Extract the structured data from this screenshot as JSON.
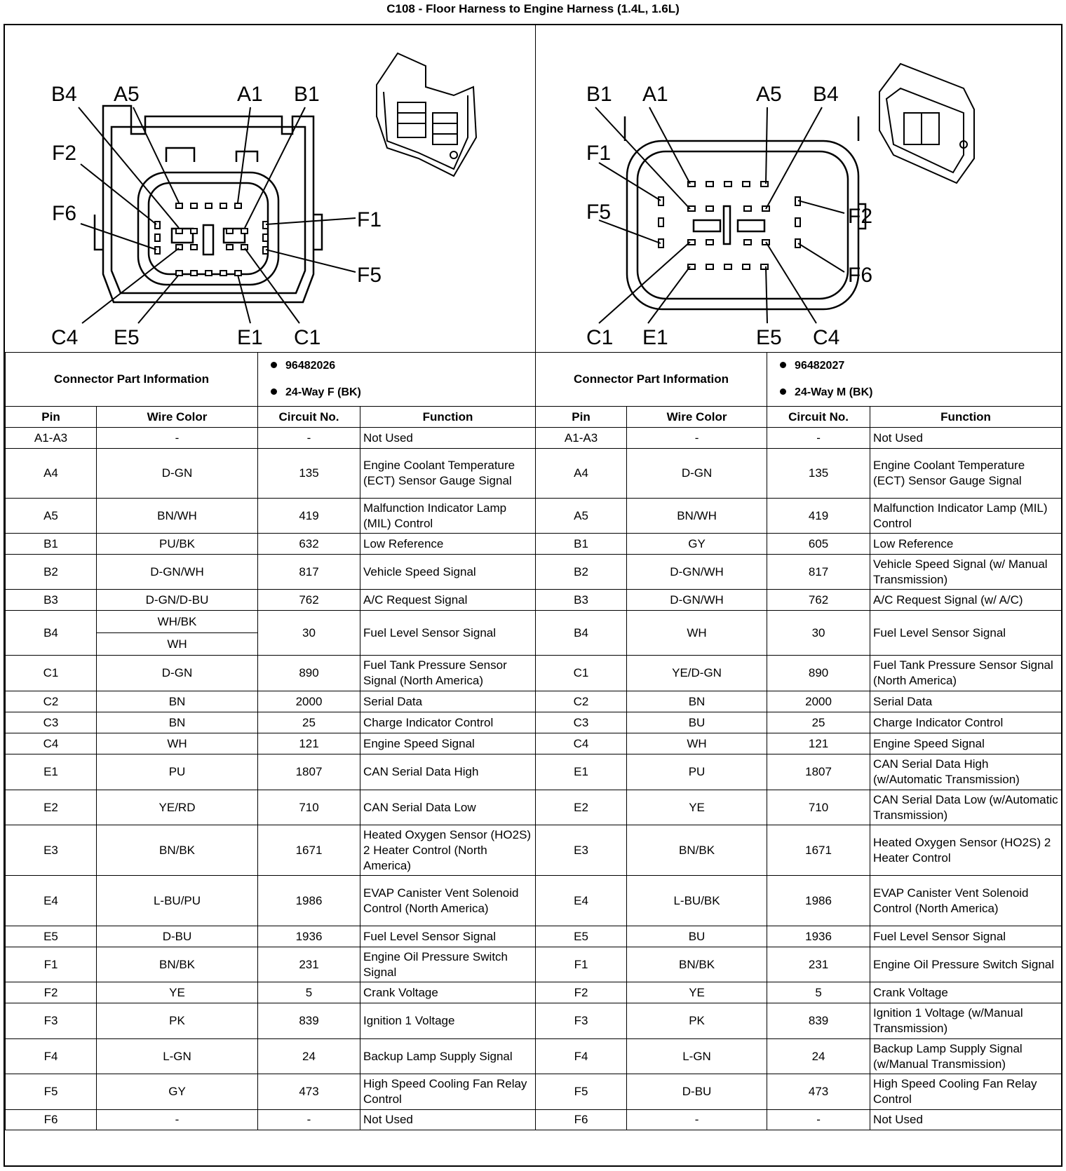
{
  "title": "C108 - Floor Harness to Engine Harness (1.4L, 1.6L)",
  "female_diagram_labels": [
    "B4",
    "A5",
    "A1",
    "B1",
    "F2",
    "F6",
    "F1",
    "F5",
    "C4",
    "E5",
    "E1",
    "C1"
  ],
  "male_diagram_labels": [
    "B1",
    "A1",
    "A5",
    "B4",
    "F1",
    "F5",
    "F2",
    "F6",
    "C1",
    "E1",
    "E5",
    "C4"
  ],
  "left": {
    "connector_part_information_label": "Connector Part Information",
    "part_number": "96482026",
    "description": "24-Way F (BK)"
  },
  "right": {
    "connector_part_information_label": "Connector Part Information",
    "part_number": "96482027",
    "description": "24-Way M (BK)"
  },
  "headers": {
    "pin": "Pin",
    "wire_color": "Wire Color",
    "circuit_no": "Circuit No.",
    "function": "Function"
  },
  "rows": [
    {
      "h": 30,
      "lpin": "A1-A3",
      "lwc": "-",
      "lcir": "-",
      "lfn": "Not Used",
      "rpin": "A1-A3",
      "rwc": "-",
      "rcir": "-",
      "rfn": "Not Used"
    },
    {
      "h": 71,
      "lpin": "A4",
      "lwc": "D-GN",
      "lcir": "135",
      "lfn": "Engine Coolant Temperature (ECT) Sensor Gauge Signal",
      "rpin": "A4",
      "rwc": "D-GN",
      "rcir": "135",
      "rfn": "Engine Coolant Temperature (ECT) Sensor Gauge Signal"
    },
    {
      "h": 50,
      "lpin": "A5",
      "lwc": "BN/WH",
      "lcir": "419",
      "lfn": "Malfunction Indicator Lamp (MIL) Control",
      "rpin": "A5",
      "rwc": "BN/WH",
      "rcir": "419",
      "rfn": "Malfunction Indicator Lamp (MIL) Control"
    },
    {
      "h": 30,
      "lpin": "B1",
      "lwc": "PU/BK",
      "lcir": "632",
      "lfn": "Low Reference",
      "rpin": "B1",
      "rwc": "GY",
      "rcir": "605",
      "rfn": "Low Reference"
    },
    {
      "h": 50,
      "lpin": "B2",
      "lwc": "D-GN/WH",
      "lcir": "817",
      "lfn": "Vehicle Speed Signal",
      "rpin": "B2",
      "rwc": "D-GN/WH",
      "rcir": "817",
      "rfn": "Vehicle Speed Signal (w/ Manual Transmission)"
    },
    {
      "h": 30,
      "lpin": "B3",
      "lwc": "D-GN/D-BU",
      "lcir": "762",
      "lfn": "A/C Request Signal",
      "rpin": "B3",
      "rwc": "D-GN/WH",
      "rcir": "762",
      "rfn": "A/C Request Signal (w/ A/C)"
    },
    {
      "h": 59,
      "lpin": "B4",
      "lwc": "WH/BK",
      "lwc2": "WH",
      "lcir": "30",
      "lfn": "Fuel Level Sensor Signal",
      "rpin": "B4",
      "rwc": "WH",
      "rcir": "30",
      "rfn": "Fuel Level Sensor Signal"
    },
    {
      "h": 51,
      "lpin": "C1",
      "lwc": "D-GN",
      "lcir": "890",
      "lfn": "Fuel Tank Pressure Sensor Signal (North America)",
      "rpin": "C1",
      "rwc": "YE/D-GN",
      "rcir": "890",
      "rfn": "Fuel Tank Pressure Sensor Signal (North America)"
    },
    {
      "h": 30,
      "lpin": "C2",
      "lwc": "BN",
      "lcir": "2000",
      "lfn": "Serial Data",
      "rpin": "C2",
      "rwc": "BN",
      "rcir": "2000",
      "rfn": "Serial Data"
    },
    {
      "h": 30,
      "lpin": "C3",
      "lwc": "BN",
      "lcir": "25",
      "lfn": "Charge Indicator Control",
      "rpin": "C3",
      "rwc": "BU",
      "rcir": "25",
      "rfn": "Charge Indicator Control"
    },
    {
      "h": 30,
      "lpin": "C4",
      "lwc": "WH",
      "lcir": "121",
      "lfn": "Engine Speed Signal",
      "rpin": "C4",
      "rwc": "WH",
      "rcir": "121",
      "rfn": "Engine Speed Signal"
    },
    {
      "h": 51,
      "lpin": "E1",
      "lwc": "PU",
      "lcir": "1807",
      "lfn": "CAN Serial Data High",
      "rpin": "E1",
      "rwc": "PU",
      "rcir": "1807",
      "rfn": "CAN Serial Data High (w/Automatic Transmission)"
    },
    {
      "h": 50,
      "lpin": "E2",
      "lwc": "YE/RD",
      "lcir": "710",
      "lfn": "CAN Serial Data Low",
      "rpin": "E2",
      "rwc": "YE",
      "rcir": "710",
      "rfn": "CAN Serial Data Low (w/Automatic Transmission)"
    },
    {
      "h": 72,
      "lpin": "E3",
      "lwc": "BN/BK",
      "lcir": "1671",
      "lfn": "Heated Oxygen Sensor (HO2S) 2 Heater Control (North America)",
      "rpin": "E3",
      "rwc": "BN/BK",
      "rcir": "1671",
      "rfn": "Heated Oxygen Sensor (HO2S) 2 Heater Control"
    },
    {
      "h": 72,
      "lpin": "E4",
      "lwc": "L-BU/PU",
      "lcir": "1986",
      "lfn": "EVAP Canister Vent Solenoid Control (North America)",
      "rpin": "E4",
      "rwc": "L-BU/BK",
      "rcir": "1986",
      "rfn": "EVAP Canister Vent Solenoid Control (North America)"
    },
    {
      "h": 30,
      "lpin": "E5",
      "lwc": "D-BU",
      "lcir": "1936",
      "lfn": "Fuel Level Sensor Signal",
      "rpin": "E5",
      "rwc": "BU",
      "rcir": "1936",
      "rfn": "Fuel Level Sensor Signal"
    },
    {
      "h": 50,
      "lpin": "F1",
      "lwc": "BN/BK",
      "lcir": "231",
      "lfn": "Engine Oil Pressure Switch Signal",
      "rpin": "F1",
      "rwc": "BN/BK",
      "rcir": "231",
      "rfn": "Engine Oil Pressure Switch Signal"
    },
    {
      "h": 30,
      "lpin": "F2",
      "lwc": "YE",
      "lcir": "5",
      "lfn": "Crank Voltage",
      "rpin": "F2",
      "rwc": "YE",
      "rcir": "5",
      "rfn": "Crank Voltage"
    },
    {
      "h": 51,
      "lpin": "F3",
      "lwc": "PK",
      "lcir": "839",
      "lfn": "Ignition 1 Voltage",
      "rpin": "F3",
      "rwc": "PK",
      "rcir": "839",
      "rfn": "Ignition 1 Voltage (w/Manual Transmission)"
    },
    {
      "h": 50,
      "lpin": "F4",
      "lwc": "L-GN",
      "lcir": "24",
      "lfn": "Backup Lamp Supply Signal",
      "rpin": "F4",
      "rwc": "L-GN",
      "rcir": "24",
      "rfn": "Backup Lamp Supply Signal (w/Manual Transmission)"
    },
    {
      "h": 51,
      "lpin": "F5",
      "lwc": "GY",
      "lcir": "473",
      "lfn": "High Speed Cooling Fan Relay Control",
      "rpin": "F5",
      "rwc": "D-BU",
      "rcir": "473",
      "rfn": "High Speed Cooling Fan Relay Control"
    },
    {
      "h": 29,
      "lpin": "F6",
      "lwc": "-",
      "lcir": "-",
      "lfn": "Not Used",
      "rpin": "F6",
      "rwc": "-",
      "rcir": "-",
      "rfn": "Not Used"
    }
  ]
}
